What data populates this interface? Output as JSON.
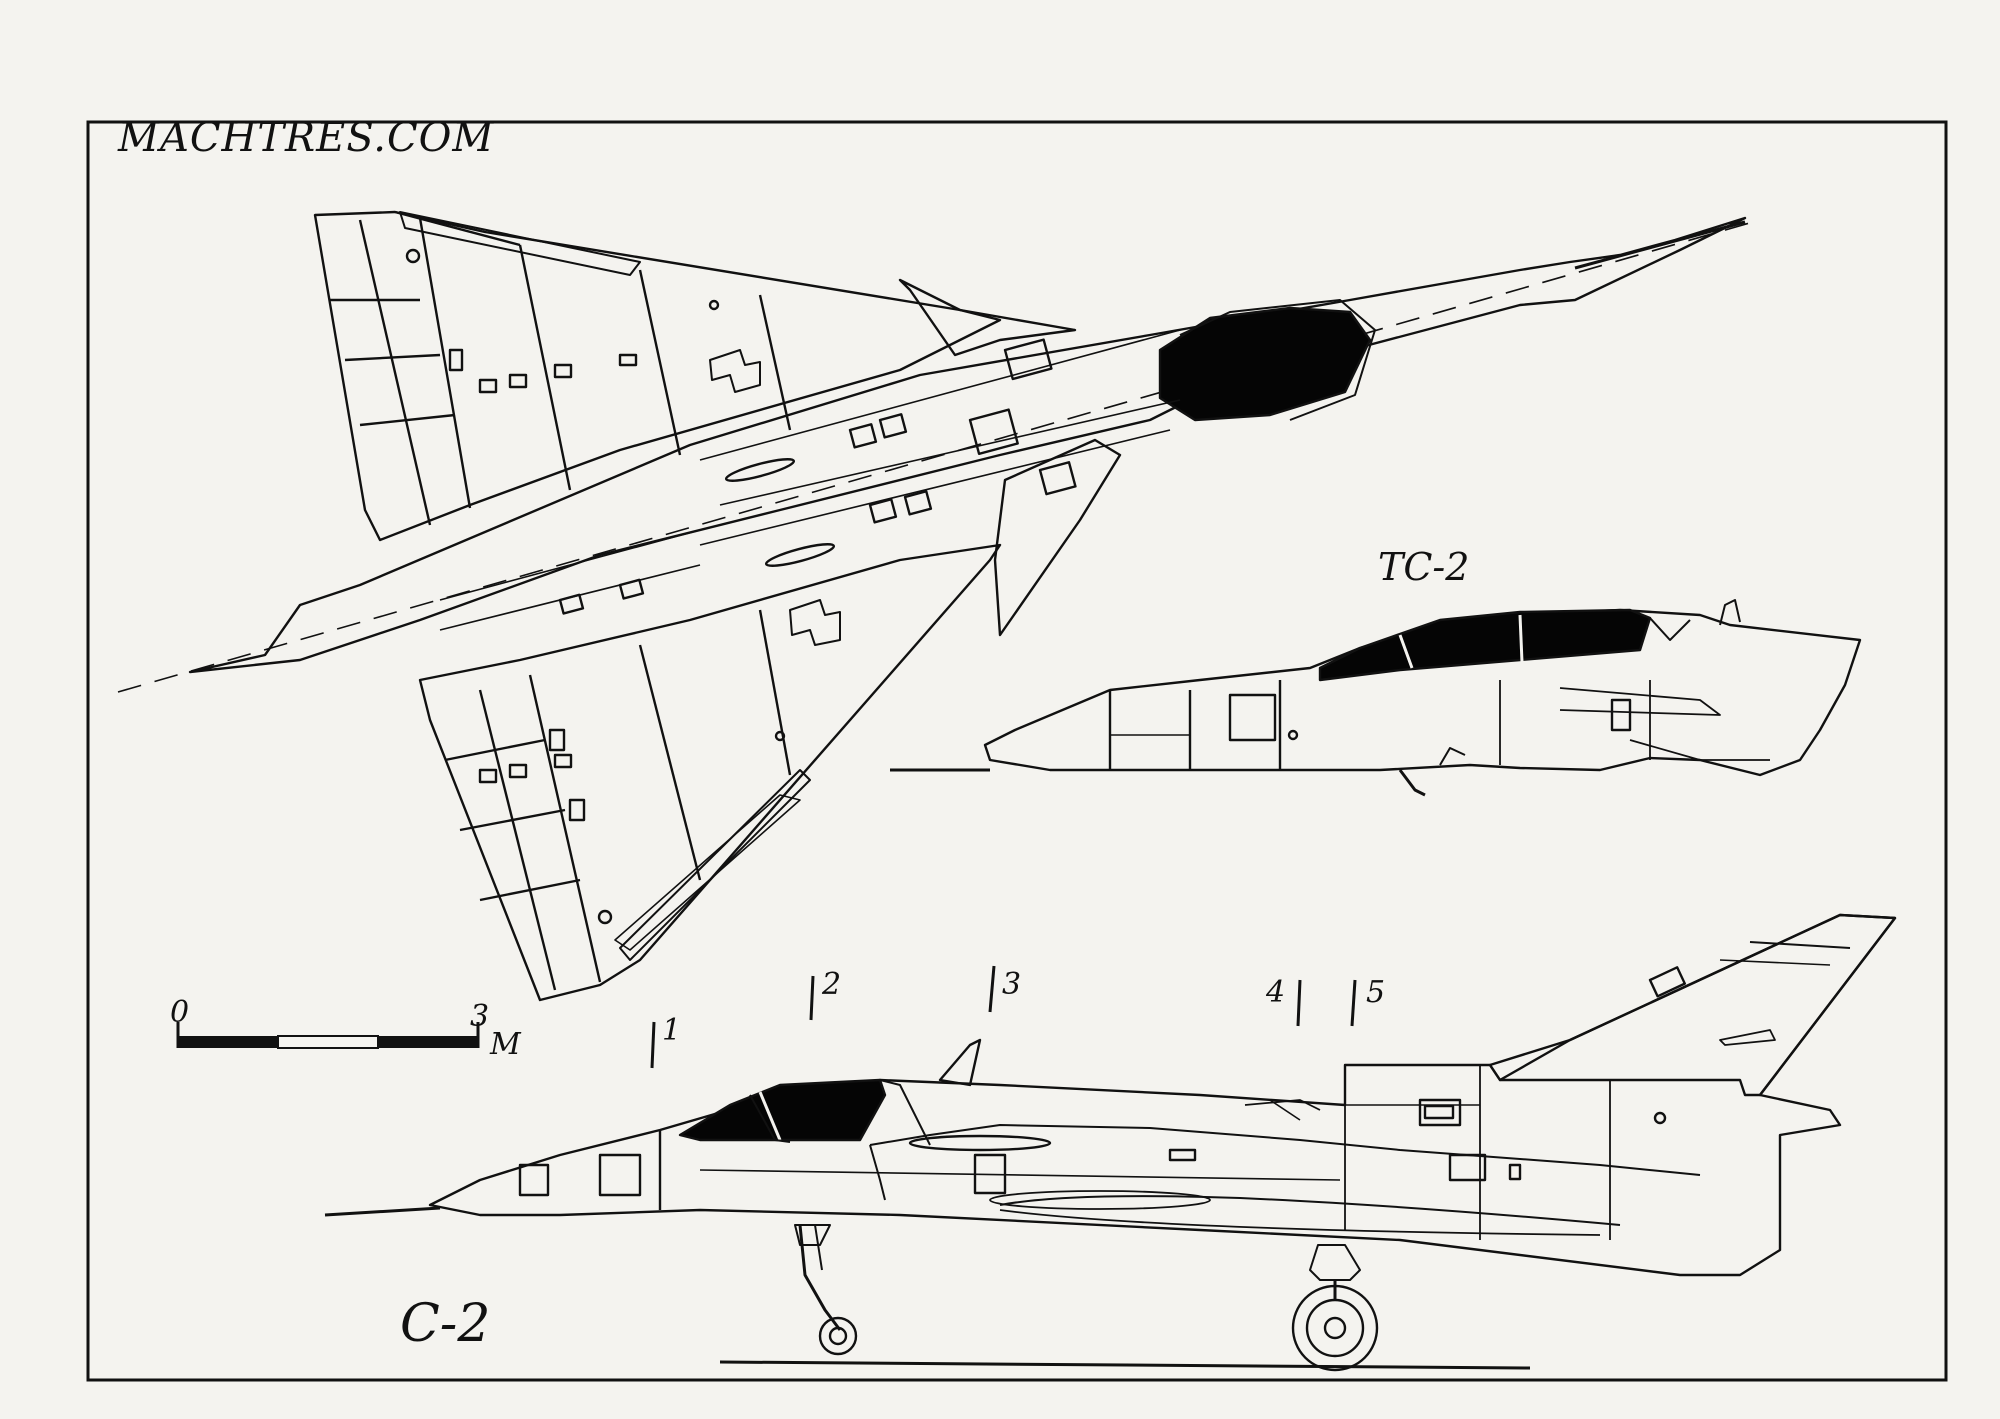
{
  "watermark": "MACHTRES.COM",
  "views": {
    "two_seater_label": "TC-2",
    "single_seater_label": "C-2"
  },
  "stations": [
    "1",
    "2",
    "3",
    "4",
    "5"
  ],
  "scale_bar": {
    "start_label": "0",
    "end_label": "3",
    "unit": "M"
  },
  "colors": {
    "ink": "#111111",
    "paper": "#f4f3ef",
    "canopy_glass": "#050505"
  }
}
